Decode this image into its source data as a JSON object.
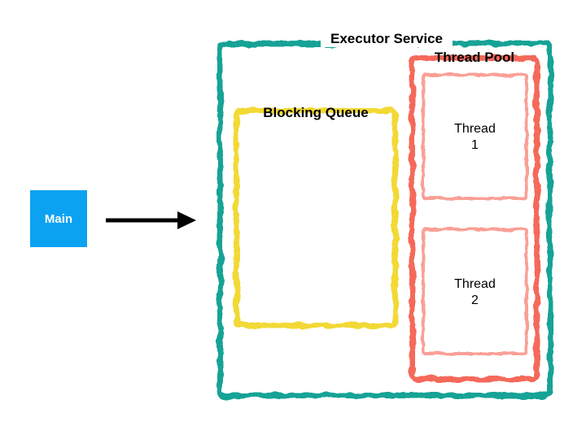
{
  "diagram": {
    "nodes": {
      "main": {
        "label": "Main",
        "fill_color": "#0CA2F2",
        "text_color": "#FFFFFF"
      },
      "executor_service": {
        "label": "Executor Service",
        "border_color": "#14A396"
      },
      "blocking_queue": {
        "label": "Blocking Queue",
        "border_color": "#F2D935"
      },
      "thread_pool": {
        "label": "Thread Pool",
        "border_color": "#F5695A",
        "thread_border_color": "#FAA096"
      },
      "threads": [
        {
          "line1": "Thread",
          "line2": "1"
        },
        {
          "line1": "Thread",
          "line2": "2"
        }
      ]
    },
    "arrow": {
      "from": "Main",
      "to": "Executor Service",
      "color": "#000000"
    },
    "style": "hand-drawn crayon borders on white background"
  }
}
